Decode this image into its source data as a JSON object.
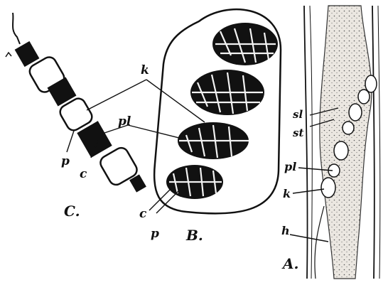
{
  "figure": {
    "panels": {
      "A": {
        "label": "A."
      },
      "B": {
        "label": "B."
      },
      "C": {
        "label": "C."
      }
    },
    "labels": {
      "k_c": "k",
      "pl_c": "pl",
      "p_c": "p",
      "c_c": "c",
      "c_b": "c",
      "p_b": "p",
      "sl": "sl",
      "st": "st",
      "pl_a": "pl",
      "k_a": "k",
      "h": "h"
    }
  },
  "colors": {
    "ink": "#111111",
    "paper": "#ffffff",
    "stipple": "#e6e2dc"
  }
}
